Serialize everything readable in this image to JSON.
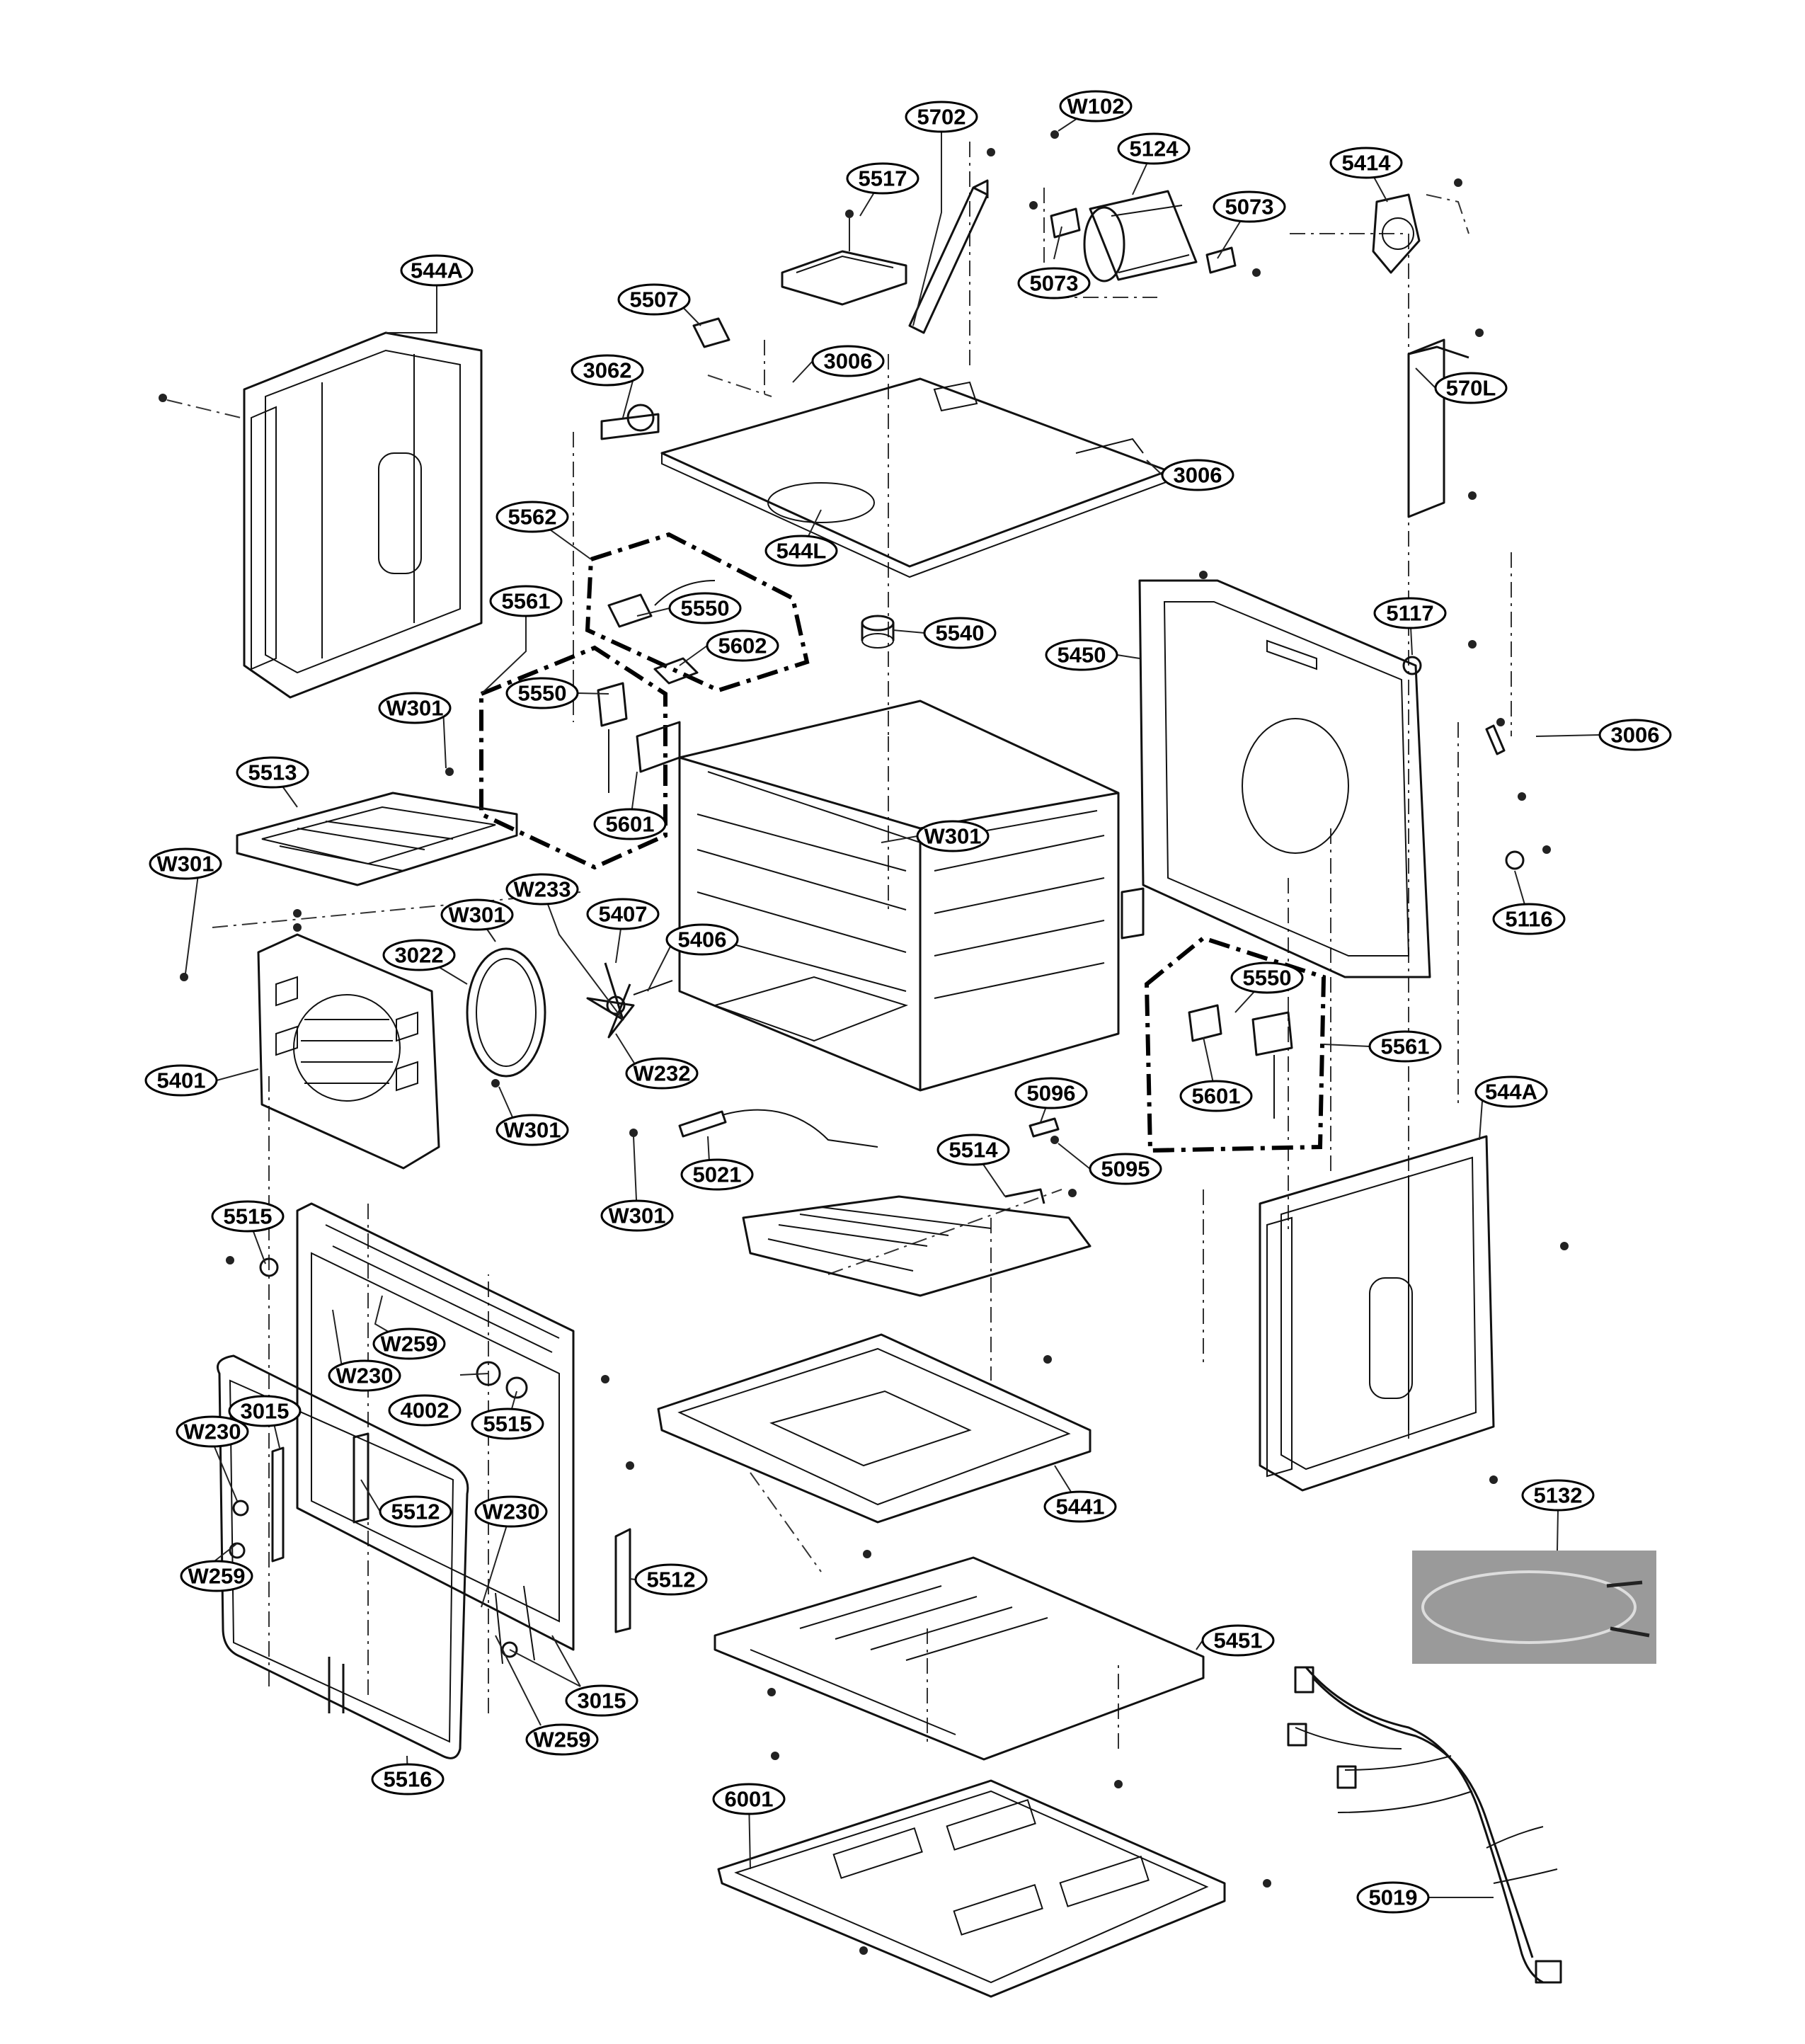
{
  "diagram": {
    "labels": [
      {
        "id": "W102",
        "text": "W102"
      },
      {
        "id": "5702",
        "text": "5702"
      },
      {
        "id": "5124",
        "text": "5124"
      },
      {
        "id": "5414",
        "text": "5414"
      },
      {
        "id": "5517",
        "text": "5517"
      },
      {
        "id": "5073a",
        "text": "5073"
      },
      {
        "id": "5073b",
        "text": "5073"
      },
      {
        "id": "544A_top",
        "text": "544A"
      },
      {
        "id": "5507",
        "text": "5507"
      },
      {
        "id": "3062",
        "text": "3062"
      },
      {
        "id": "3006_top",
        "text": "3006"
      },
      {
        "id": "570L",
        "text": "570L"
      },
      {
        "id": "3006_mid",
        "text": "3006"
      },
      {
        "id": "5562",
        "text": "5562"
      },
      {
        "id": "544L",
        "text": "544L"
      },
      {
        "id": "5561_top",
        "text": "5561"
      },
      {
        "id": "5550_a",
        "text": "5550"
      },
      {
        "id": "5602",
        "text": "5602"
      },
      {
        "id": "5540",
        "text": "5540"
      },
      {
        "id": "5117",
        "text": "5117"
      },
      {
        "id": "5450",
        "text": "5450"
      },
      {
        "id": "5550_b",
        "text": "5550"
      },
      {
        "id": "W301_a",
        "text": "W301"
      },
      {
        "id": "3006_right",
        "text": "3006"
      },
      {
        "id": "5513",
        "text": "5513"
      },
      {
        "id": "5601_a",
        "text": "5601"
      },
      {
        "id": "W301_b",
        "text": "W301"
      },
      {
        "id": "W301_c",
        "text": "W301"
      },
      {
        "id": "5116",
        "text": "5116"
      },
      {
        "id": "W301_d",
        "text": "W301"
      },
      {
        "id": "W233",
        "text": "W233"
      },
      {
        "id": "5407",
        "text": "5407"
      },
      {
        "id": "3022",
        "text": "3022"
      },
      {
        "id": "5406",
        "text": "5406"
      },
      {
        "id": "5550_c",
        "text": "5550"
      },
      {
        "id": "5561_bot",
        "text": "5561"
      },
      {
        "id": "5401",
        "text": "5401"
      },
      {
        "id": "W232",
        "text": "W232"
      },
      {
        "id": "5601_b",
        "text": "5601"
      },
      {
        "id": "5096",
        "text": "5096"
      },
      {
        "id": "544A_bot",
        "text": "544A"
      },
      {
        "id": "W301_e",
        "text": "W301"
      },
      {
        "id": "5514",
        "text": "5514"
      },
      {
        "id": "5021",
        "text": "5021"
      },
      {
        "id": "5095",
        "text": "5095"
      },
      {
        "id": "W301_f",
        "text": "W301"
      },
      {
        "id": "5515_a",
        "text": "5515"
      },
      {
        "id": "W259_a",
        "text": "W259"
      },
      {
        "id": "W230_a",
        "text": "W230"
      },
      {
        "id": "4002",
        "text": "4002"
      },
      {
        "id": "3015_a",
        "text": "3015"
      },
      {
        "id": "5515_b",
        "text": "5515"
      },
      {
        "id": "W230_b",
        "text": "W230"
      },
      {
        "id": "5441",
        "text": "5441"
      },
      {
        "id": "5132",
        "text": "5132"
      },
      {
        "id": "5512_a",
        "text": "5512"
      },
      {
        "id": "W230_c",
        "text": "W230"
      },
      {
        "id": "W259_b",
        "text": "W259"
      },
      {
        "id": "5512_b",
        "text": "5512"
      },
      {
        "id": "5451",
        "text": "5451"
      },
      {
        "id": "3015_b",
        "text": "3015"
      },
      {
        "id": "W259_c",
        "text": "W259"
      },
      {
        "id": "5516",
        "text": "5516"
      },
      {
        "id": "6001",
        "text": "6001"
      },
      {
        "id": "5019",
        "text": "5019"
      }
    ]
  }
}
